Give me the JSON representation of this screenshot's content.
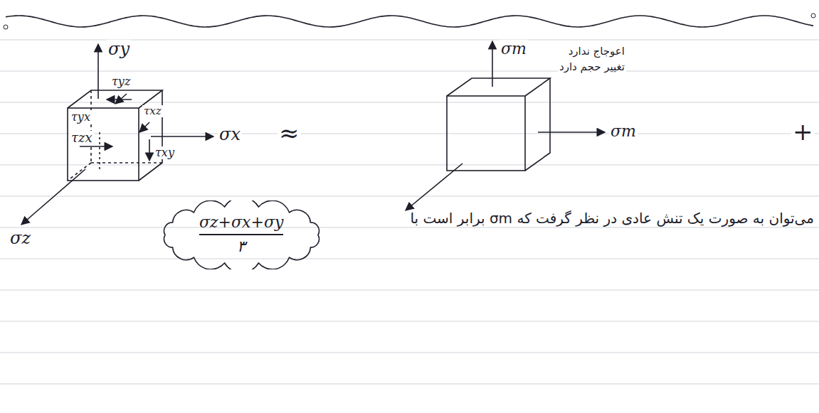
{
  "diagram": {
    "nodes": [
      {
        "text": [
          "σz+σx+σy",
          "۳"
        ]
      }
    ],
    "labels": [
      "σy",
      "τyz",
      "τyx",
      "τzx",
      "τxz",
      "σx",
      "τxy",
      "σz",
      "≈",
      "σm",
      "اعوجاج ندارد",
      "تغییر حجم دارد",
      "σm",
      "+",
      "σm",
      "می‌توان به صورت یک تنش عادی در نظر گرفت که σm برابر است با"
    ]
  }
}
